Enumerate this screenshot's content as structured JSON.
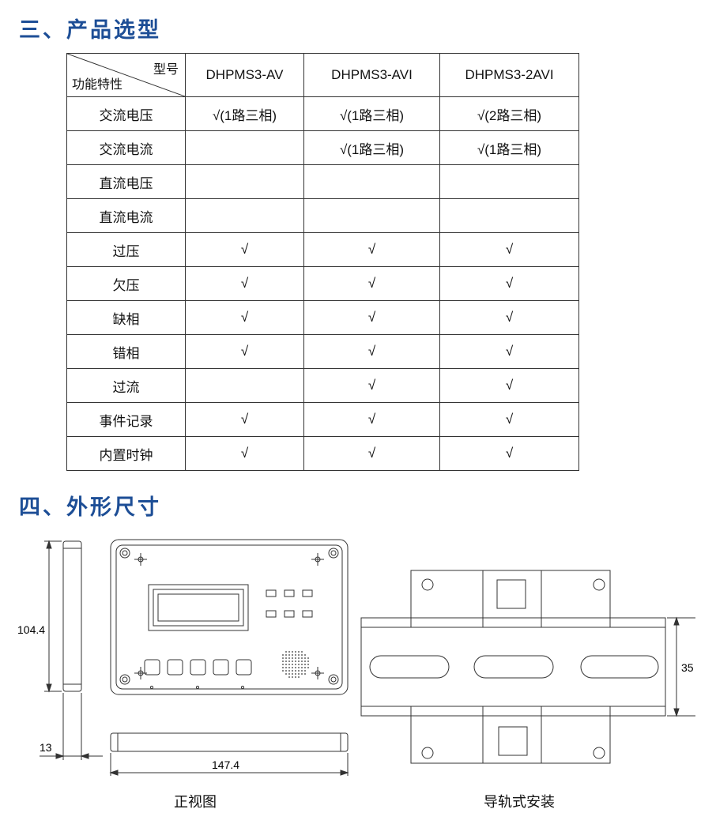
{
  "section3": {
    "title": "三、产品选型"
  },
  "table": {
    "corner_top": "型号",
    "corner_bottom": "功能特性",
    "models": [
      "DHPMS3-AV",
      "DHPMS3-AVI",
      "DHPMS3-2AVI"
    ],
    "rows": [
      {
        "feature": "交流电压",
        "cells": [
          "√(1路三相)",
          "√(1路三相)",
          "√(2路三相)"
        ]
      },
      {
        "feature": "交流电流",
        "cells": [
          "",
          "√(1路三相)",
          "√(1路三相)"
        ]
      },
      {
        "feature": "直流电压",
        "cells": [
          "",
          "",
          ""
        ]
      },
      {
        "feature": "直流电流",
        "cells": [
          "",
          "",
          ""
        ]
      },
      {
        "feature": "过压",
        "cells": [
          "√",
          "√",
          "√"
        ]
      },
      {
        "feature": "欠压",
        "cells": [
          "√",
          "√",
          "√"
        ]
      },
      {
        "feature": "缺相",
        "cells": [
          "√",
          "√",
          "√"
        ]
      },
      {
        "feature": "错相",
        "cells": [
          "√",
          "√",
          "√"
        ]
      },
      {
        "feature": "过流",
        "cells": [
          "",
          "√",
          "√"
        ]
      },
      {
        "feature": "事件记录",
        "cells": [
          "√",
          "√",
          "√"
        ]
      },
      {
        "feature": "内置时钟",
        "cells": [
          "√",
          "√",
          "√"
        ]
      }
    ]
  },
  "section4": {
    "title": "四、外形尺寸"
  },
  "dimensions": {
    "height": "104.4",
    "depth": "13",
    "width": "147.4",
    "rail": "35"
  },
  "captions": {
    "front_view": "正视图",
    "rail_mount": "导轨式安装"
  },
  "colors": {
    "heading": "#1d4e96",
    "line": "#333333"
  }
}
